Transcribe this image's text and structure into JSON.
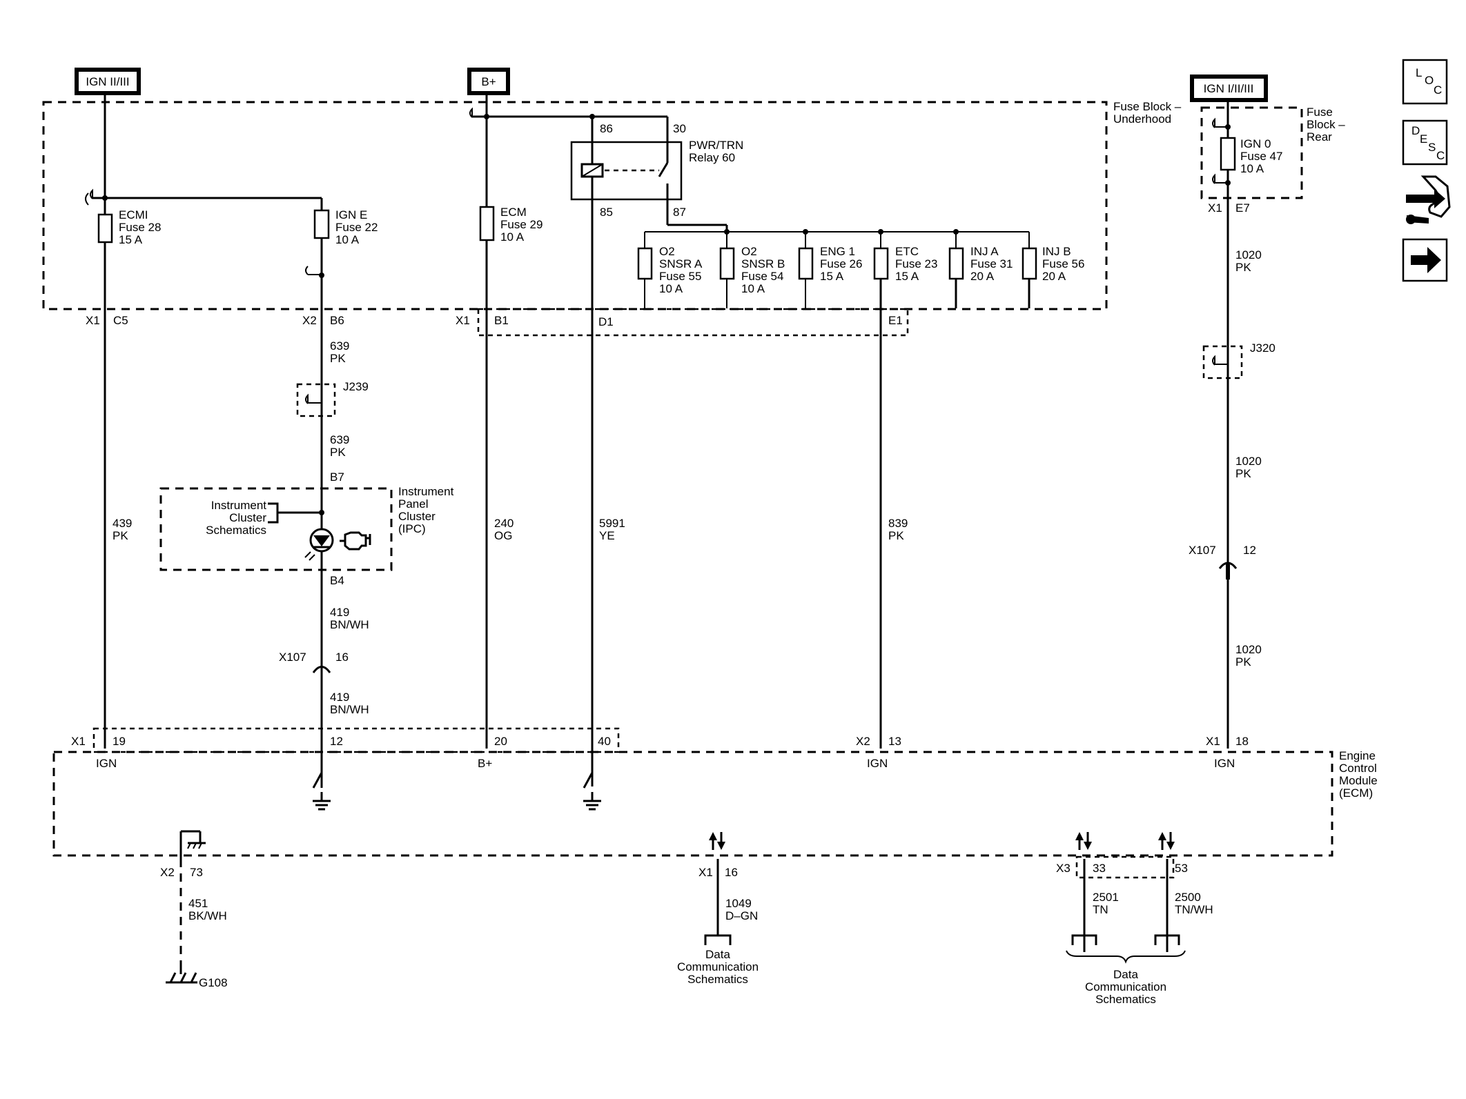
{
  "power_sources": {
    "ign_23": "IGN II/III",
    "bplus": "B+",
    "ign_123": "IGN I/II/III"
  },
  "nav": {
    "loc": [
      "L",
      "O",
      "C"
    ],
    "desc": [
      "D",
      "E",
      "S",
      "C"
    ]
  },
  "fuse_block_underhood": [
    "Fuse Block –",
    "Underhood"
  ],
  "fuse_block_rear": [
    "Fuse",
    "Block –",
    "Rear"
  ],
  "fuses": {
    "ecmi": [
      "ECMI",
      "Fuse 28",
      "15 A"
    ],
    "igne": [
      "IGN E",
      "Fuse 22",
      "10 A"
    ],
    "ecm": [
      "ECM",
      "Fuse 29",
      "10 A"
    ],
    "o2a": [
      "O2",
      "SNSR A",
      "Fuse 55",
      "10 A"
    ],
    "o2b": [
      "O2",
      "SNSR B",
      "Fuse 54",
      "10 A"
    ],
    "eng1": [
      "ENG 1",
      "Fuse 26",
      "15 A"
    ],
    "etc": [
      "ETC",
      "Fuse 23",
      "15 A"
    ],
    "inja": [
      "INJ A",
      "Fuse 31",
      "20 A"
    ],
    "injb": [
      "INJ B",
      "Fuse 56",
      "20 A"
    ],
    "ign0": [
      "IGN 0",
      "Fuse 47",
      "10 A"
    ]
  },
  "relay": {
    "name": [
      "PWR/TRN",
      "Relay 60"
    ],
    "pin86": "86",
    "pin30": "30",
    "pin85": "85",
    "pin87": "87"
  },
  "connectors": {
    "x1": "X1",
    "x2": "X2",
    "x3": "X3",
    "c5": "C5",
    "b6": "B6",
    "b1": "B1",
    "d1": "D1",
    "e1": "E1",
    "e7": "E7",
    "b7": "B7",
    "b4": "B4",
    "j239": "J239",
    "j320": "J320",
    "x107": "X107",
    "p16": "16",
    "p12": "12",
    "p19": "19",
    "p20": "20",
    "p40": "40",
    "p13": "13",
    "p18": "18",
    "p73": "73",
    "p33": "33",
    "p53": "53"
  },
  "wires": {
    "w639": [
      "639",
      "PK"
    ],
    "w439": [
      "439",
      "PK"
    ],
    "w419": [
      "419",
      "BN/WH"
    ],
    "w240": [
      "240",
      "OG"
    ],
    "w5991": [
      "5991",
      "YE"
    ],
    "w839": [
      "839",
      "PK"
    ],
    "w1020": [
      "1020",
      "PK"
    ],
    "w451": [
      "451",
      "BK/WH"
    ],
    "w1049": [
      "1049",
      "D–GN"
    ],
    "w2501": [
      "2501",
      "TN"
    ],
    "w2500": [
      "2500",
      "TN/WH"
    ]
  },
  "ipc": {
    "name": [
      "Instrument",
      "Panel",
      "Cluster",
      "(IPC)"
    ],
    "ref": [
      "Instrument",
      "Cluster",
      "Schematics"
    ]
  },
  "ecm_module": {
    "name": [
      "Engine",
      "Control",
      "Module",
      "(ECM)"
    ],
    "ign": "IGN",
    "bplus": "B+"
  },
  "ground": "G108",
  "data_comm": [
    "Data",
    "Communication",
    "Schematics"
  ]
}
